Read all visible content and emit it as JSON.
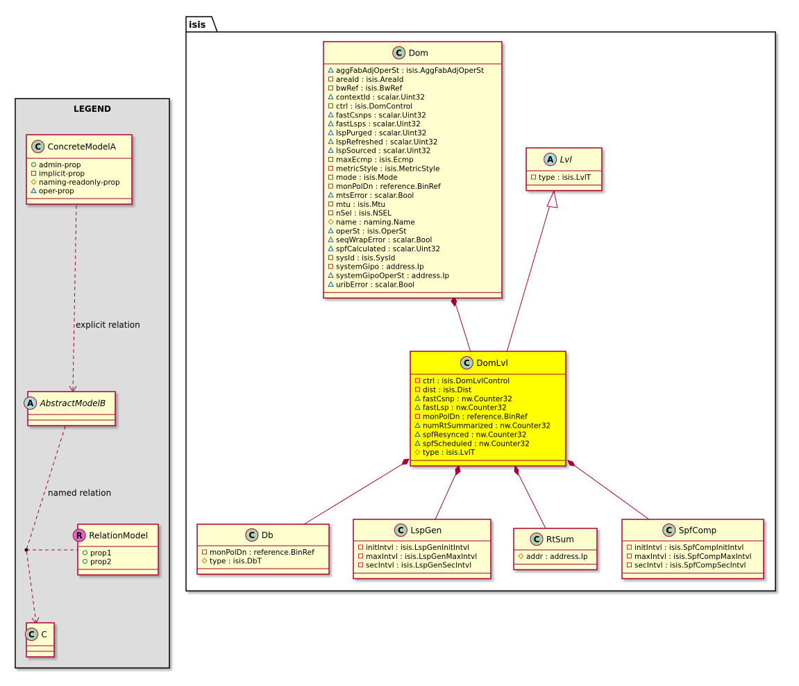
{
  "legend": {
    "title": "LEGEND",
    "concrete": {
      "name": "ConcreteModelA",
      "attrs": [
        {
          "vis": "+",
          "text": "admin-prop"
        },
        {
          "vis": "-",
          "text": "implicit-prop"
        },
        {
          "vis": "#",
          "text": "naming-readonly-prop"
        },
        {
          "vis": "~",
          "text": "oper-prop"
        }
      ]
    },
    "abstract": {
      "name": "AbstractModelB"
    },
    "relation_model": {
      "name": "RelationModel",
      "attrs": [
        {
          "vis": "+",
          "text": "prop1"
        },
        {
          "vis": "+",
          "text": "prop2"
        }
      ]
    },
    "c": {
      "name": "C"
    },
    "explicit_label": "explicit relation",
    "named_label": "named relation"
  },
  "package": {
    "name": "isis"
  },
  "classes": {
    "dom": {
      "name": "Dom",
      "attrs": [
        {
          "vis": "~",
          "text": "aggFabAdjOperSt : isis.AggFabAdjOperSt"
        },
        {
          "vis": "-",
          "text": "areaId : isis.AreaId"
        },
        {
          "vis": "-",
          "text": "bwRef : isis.BwRef"
        },
        {
          "vis": "~",
          "text": "contextId : scalar.Uint32"
        },
        {
          "vis": "-",
          "text": "ctrl : isis.DomControl"
        },
        {
          "vis": "~",
          "text": "fastCsnps : scalar.Uint32"
        },
        {
          "vis": "~",
          "text": "fastLsps : scalar.Uint32"
        },
        {
          "vis": "~",
          "text": "lspPurged : scalar.Uint32"
        },
        {
          "vis": "~",
          "text": "lspRefreshed : scalar.Uint32"
        },
        {
          "vis": "~",
          "text": "lspSourced : scalar.Uint32"
        },
        {
          "vis": "-",
          "text": "maxEcmp : isis.Ecmp"
        },
        {
          "vis": "-",
          "text": "metricStyle : isis.MetricStyle"
        },
        {
          "vis": "-",
          "text": "mode : isis.Mode"
        },
        {
          "vis": "-",
          "text": "monPolDn : reference.BinRef"
        },
        {
          "vis": "~",
          "text": "mtsError : scalar.Bool"
        },
        {
          "vis": "-",
          "text": "mtu : isis.Mtu"
        },
        {
          "vis": "-",
          "text": "nSel : isis.NSEL"
        },
        {
          "vis": "#",
          "text": "name : naming.Name"
        },
        {
          "vis": "~",
          "text": "operSt : isis.OperSt"
        },
        {
          "vis": "~",
          "text": "seqWrapError : scalar.Bool"
        },
        {
          "vis": "~",
          "text": "spfCalculated : scalar.Uint32"
        },
        {
          "vis": "-",
          "text": "sysId : isis.SysId"
        },
        {
          "vis": "-",
          "text": "systemGipo : address.Ip"
        },
        {
          "vis": "~",
          "text": "systemGipoOperSt : address.Ip"
        },
        {
          "vis": "~",
          "text": "uribError : scalar.Bool"
        }
      ]
    },
    "lvl": {
      "name": "Lvl",
      "attrs": [
        {
          "vis": "-",
          "text": "type : isis.LvlT"
        }
      ]
    },
    "domlvl": {
      "name": "DomLvl",
      "attrs": [
        {
          "vis": "-",
          "text": "ctrl : isis.DomLvlControl"
        },
        {
          "vis": "-",
          "text": "dist : isis.Dist"
        },
        {
          "vis": "~",
          "text": "fastCsnp : nw.Counter32"
        },
        {
          "vis": "~",
          "text": "fastLsp : nw.Counter32"
        },
        {
          "vis": "-",
          "text": "monPolDn : reference.BinRef"
        },
        {
          "vis": "~",
          "text": "numRtSummarized : nw.Counter32"
        },
        {
          "vis": "~",
          "text": "spfResynced : nw.Counter32"
        },
        {
          "vis": "~",
          "text": "spfScheduled : nw.Counter32"
        },
        {
          "vis": "#",
          "text": "type : isis.LvlT"
        }
      ]
    },
    "db": {
      "name": "Db",
      "attrs": [
        {
          "vis": "-",
          "text": "monPolDn : reference.BinRef"
        },
        {
          "vis": "#",
          "text": "type : isis.DbT"
        }
      ]
    },
    "lspgen": {
      "name": "LspGen",
      "attrs": [
        {
          "vis": "-",
          "text": "initIntvl : isis.LspGenInitIntvl"
        },
        {
          "vis": "-",
          "text": "maxIntvl : isis.LspGenMaxIntvl"
        },
        {
          "vis": "-",
          "text": "secIntvl : isis.LspGenSecIntvl"
        }
      ]
    },
    "rtsum": {
      "name": "RtSum",
      "attrs": [
        {
          "vis": "#",
          "text": "addr : address.Ip"
        }
      ]
    },
    "spfcomp": {
      "name": "SpfComp",
      "attrs": [
        {
          "vis": "-",
          "text": "initIntvl : isis.SpfCompInitIntvl"
        },
        {
          "vis": "-",
          "text": "maxIntvl : isis.SpfCompMaxIntvl"
        },
        {
          "vis": "-",
          "text": "secIntvl : isis.SpfCompSecIntvl"
        }
      ]
    }
  },
  "colors": {
    "class_fill": "#FEFECE",
    "highlight_fill": "#FFFF00",
    "border": "#A80036",
    "legend_fill": "#DDDDDD",
    "class_badge": "#ADD1B2",
    "abstract_badge": "#A9DCDF",
    "relation_badge": "#E068C8",
    "vis_public": "#038048",
    "vis_private": "#C82930",
    "vis_protected": "#B38D22",
    "vis_package": "#1963A0"
  }
}
